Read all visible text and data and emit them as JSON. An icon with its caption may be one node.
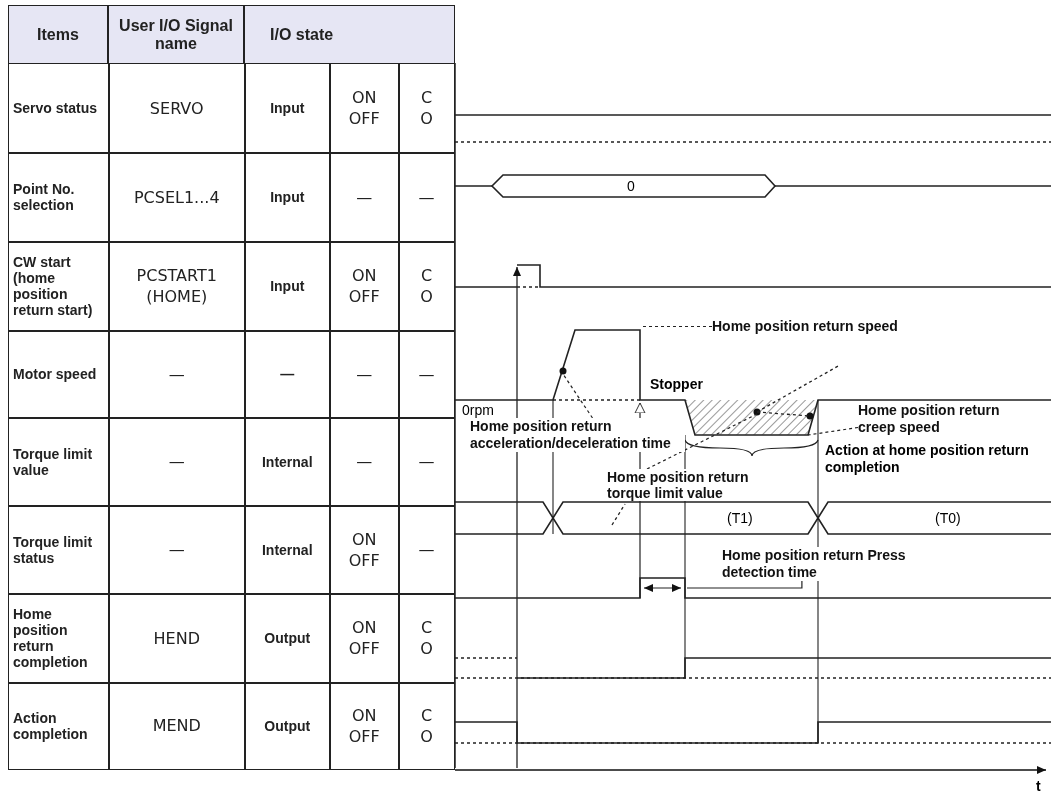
{
  "diagram": {
    "nodes": [
      {
        "text": [
          "Home position return speed"
        ]
      },
      {
        "text": [
          "Home position return creep speed"
        ]
      },
      {
        "text": [
          "Home position return acceleration/deceleration time"
        ]
      },
      {
        "text": [
          "Home position return torque limit value"
        ]
      },
      {
        "text": [
          "Home position return Press detection time"
        ]
      }
    ],
    "edges": [
      {
        "from": 0,
        "to": null,
        "arrow": "none",
        "style": "dashed"
      },
      {
        "from": 1,
        "to": null,
        "arrow": "none",
        "style": "dashed"
      },
      {
        "from": 2,
        "to": null,
        "arrow": "none",
        "style": "dashed"
      },
      {
        "from": 3,
        "to": null,
        "arrow": "none",
        "style": "dashed"
      },
      {
        "from": 4,
        "to": null,
        "arrow": "none"
      }
    ],
    "labels": [
      "Items",
      "User I/O Signal name",
      "I/O state",
      "Servo status",
      "SERVO",
      "Input",
      "ON OFF",
      "C O",
      "Point No. selection",
      "PCSEL1...4",
      "Input",
      "—",
      "—",
      "CW start (home position return start)",
      "PCSTART1 (HOME)",
      "Input",
      "ON OFF",
      "C O",
      "Motor speed",
      "—",
      "—",
      "—",
      "—",
      "Torque limit value",
      "—",
      "Internal",
      "—",
      "—",
      "Torque limit status",
      "—",
      "Internal",
      "ON OFF",
      "—",
      "Home position return completion",
      "HEND",
      "Output",
      "ON OFF",
      "C O",
      "Action completion",
      "MEND",
      "Output",
      "ON OFF",
      "C O",
      "0",
      "Stopper",
      "0rpm",
      "Action at home position return completion",
      "(T1)",
      "(T0)",
      "t"
    ]
  }
}
